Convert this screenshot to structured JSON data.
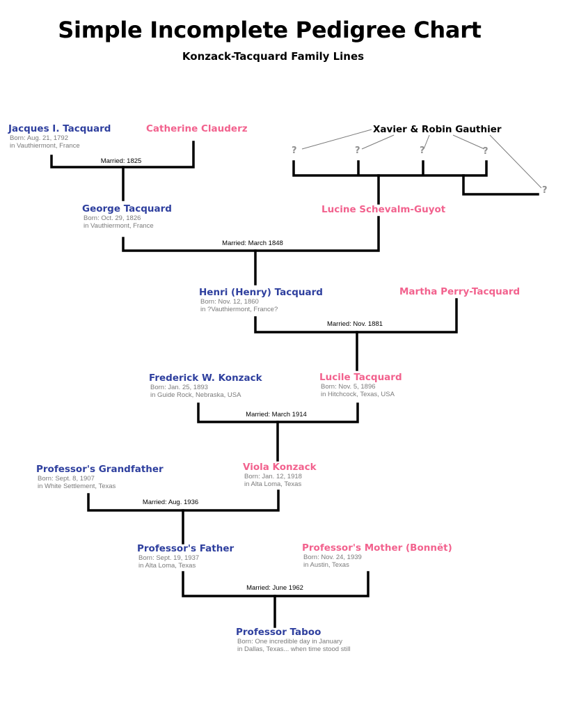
{
  "title": "Simple Incomplete Pedigree Chart",
  "subtitle": "Konzack-Tacquard Family Lines",
  "people": {
    "jacques": {
      "name": "Jacques I. Tacquard",
      "born": "Born: Aug. 21, 1792",
      "place": "in Vauthiermont, France"
    },
    "catherine": {
      "name": "Catherine Clauderz"
    },
    "xavier_robin": {
      "name": "Xavier & Robin Gauthier"
    },
    "george": {
      "name": "George Tacquard",
      "born": "Born: Oct. 29, 1826",
      "place": "in Vauthiermont, France"
    },
    "lucine": {
      "name": "Lucine Schevalm-Guyot"
    },
    "henri": {
      "name": "Henri (Henry) Tacquard",
      "born": "Born: Nov. 12, 1860",
      "place": "in ?Vauthiermont, France?"
    },
    "martha": {
      "name": "Martha Perry-Tacquard"
    },
    "frederick": {
      "name": "Frederick W. Konzack",
      "born": "Born: Jan. 25, 1893",
      "place": "in Guide Rock, Nebraska, USA"
    },
    "lucile": {
      "name": "Lucile Tacquard",
      "born": "Born: Nov. 5, 1896",
      "place": "in Hitchcock, Texas, USA"
    },
    "grandfather": {
      "name": "Professor's Grandfather",
      "born": "Born: Sept. 8, 1907",
      "place": "in White Settlement, Texas"
    },
    "viola": {
      "name": "Viola Konzack",
      "born": "Born: Jan. 12, 1918",
      "place": "in Alta Loma, Texas"
    },
    "father": {
      "name": "Professor's Father",
      "born": "Born: Sept. 19, 1937",
      "place": "in Alta Loma, Texas"
    },
    "mother": {
      "name": "Professor's Mother (Bonnĕt)",
      "born": "Born: Nov. 24, 1939",
      "place": "in Austin, Texas"
    },
    "taboo": {
      "name": "Professor Taboo",
      "born": "Born:  One incredible day in January",
      "place": "in Dallas, Texas... when time stood still"
    }
  },
  "marriages": {
    "m1825": "Married:  1825",
    "m1848": "Married:  March 1848",
    "m1881": "Married:  Nov. 1881",
    "m1914": "Married:  March 1914",
    "m1936": "Married:  Aug. 1936",
    "m1962": "Married:  June 1962"
  },
  "unknown_mark": "?"
}
